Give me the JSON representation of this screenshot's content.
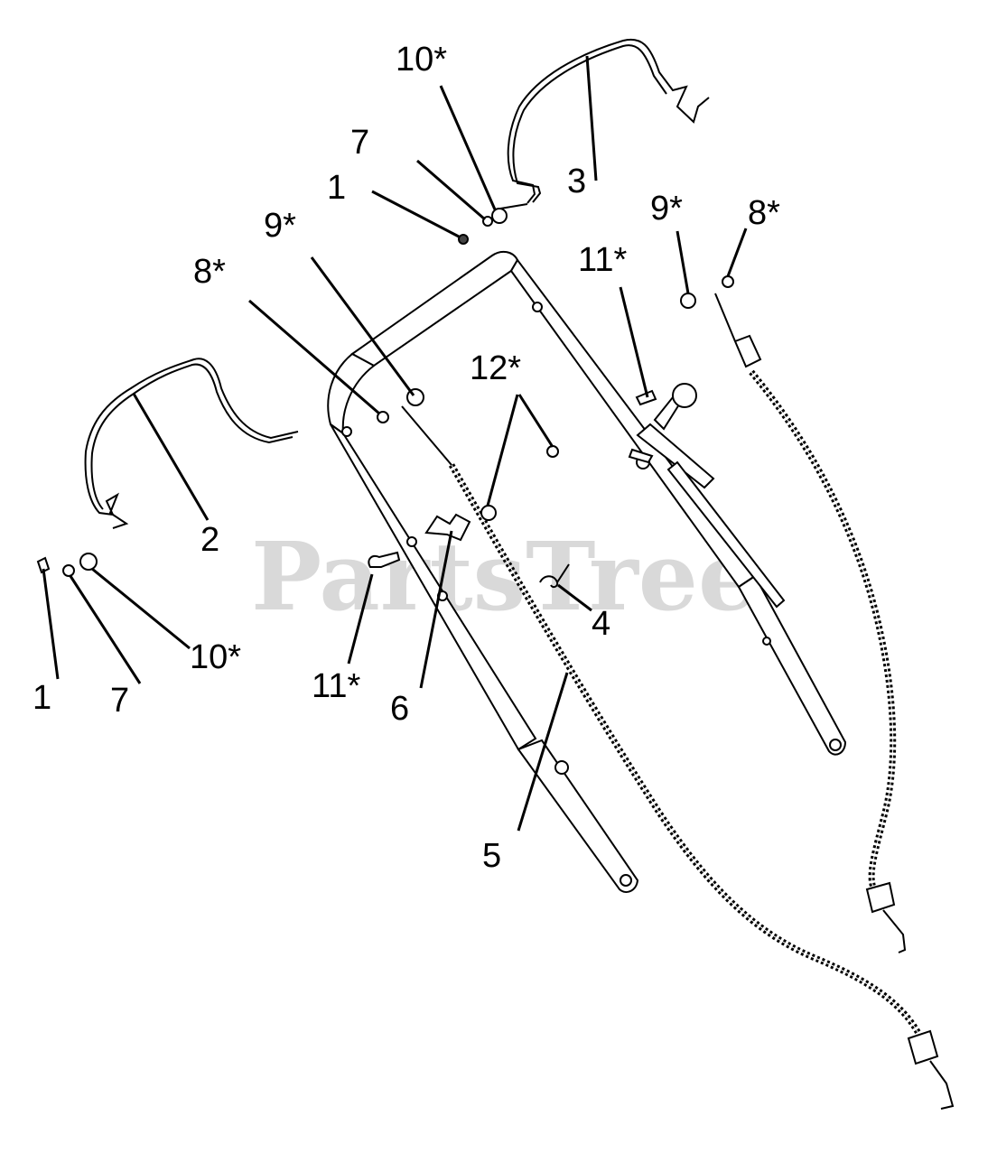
{
  "watermark": "PartsTree",
  "callouts": {
    "c1_top": "1",
    "c7_top": "7",
    "c10_top": "10*",
    "c3": "3",
    "c9_left": "9*",
    "c8_left": "8*",
    "c11_right": "11*",
    "c9_right": "9*",
    "c8_right": "8*",
    "c12": "12*",
    "c2": "2",
    "c1_left": "1",
    "c7_left": "7",
    "c10_left": "10*",
    "c11_left": "11*",
    "c6": "6",
    "c4": "4",
    "c5": "5"
  }
}
